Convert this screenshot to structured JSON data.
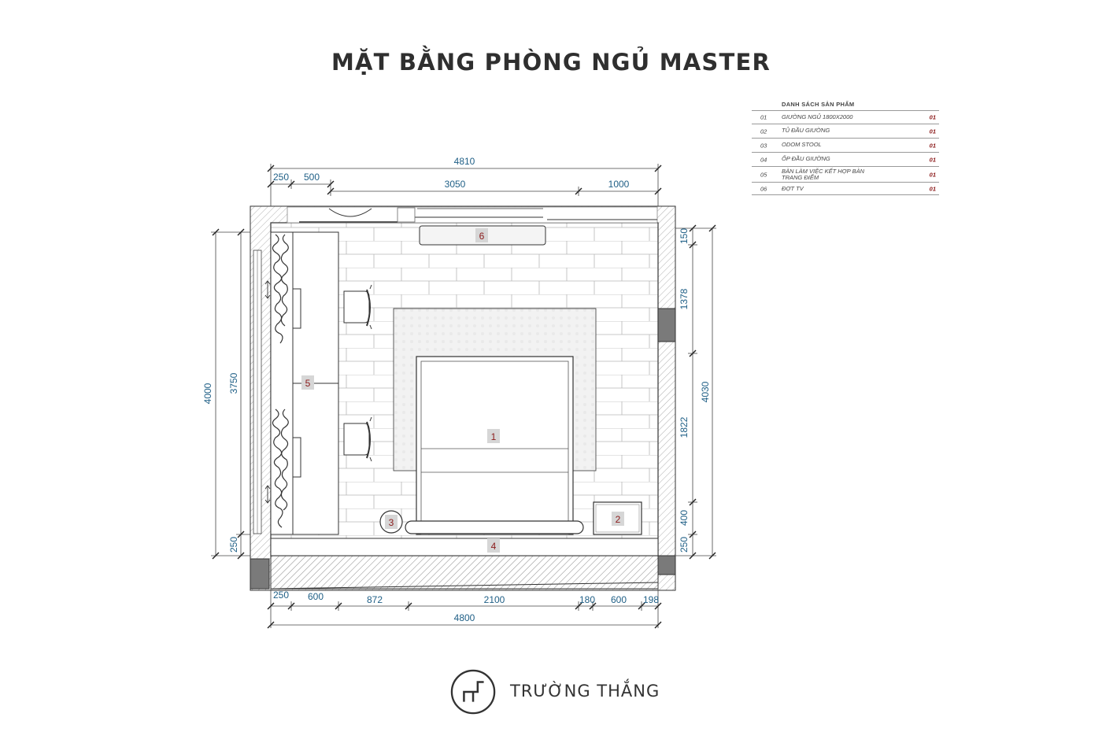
{
  "title": "MẶT BẰNG PHÒNG NGỦ MASTER",
  "legend": {
    "header": "DANH SÁCH SẢN PHẨM",
    "rows": [
      {
        "no": "01",
        "name": "GIƯỜNG NGỦ 1800x2000",
        "qty": "01"
      },
      {
        "no": "02",
        "name": "TỦ ĐẦU GIƯỜNG",
        "qty": "01"
      },
      {
        "no": "03",
        "name": "ODOM STOOL",
        "qty": "01"
      },
      {
        "no": "04",
        "name": "ỐP ĐẦU GIƯỜNG",
        "qty": "01"
      },
      {
        "no": "05",
        "name": "BÀN LÀM VIỆC KẾT HỢP BÀN TRANG ĐIỂM",
        "qty": "01"
      },
      {
        "no": "06",
        "name": "ĐỢT TV",
        "qty": "01"
      }
    ]
  },
  "dimensions": {
    "top_total": "4810",
    "top_a": "250",
    "top_b": "500",
    "top_c": "3050",
    "top_d": "1000",
    "bottom_a": "250",
    "bottom_b": "600",
    "bottom_c": "872",
    "bottom_d": "2100",
    "bottom_e": "180",
    "bottom_f": "600",
    "bottom_g": "198",
    "bottom_total": "4800",
    "left_outer": "4000",
    "left_inner": "3750",
    "left_bottom": "250",
    "right_a": "150",
    "right_b": "1378",
    "right_c": "1822",
    "right_d": "400",
    "right_e": "250",
    "right_total": "4030"
  },
  "tags": {
    "bed": "1",
    "nightstand": "2",
    "stool": "3",
    "headboard": "4",
    "desk": "5",
    "tv_shelf": "6"
  },
  "colors": {
    "dimension_text": "#1f5f86",
    "tag_text": "#8b1a1a",
    "tag_bg": "#d6d6d6",
    "line": "#333333"
  },
  "brand": {
    "name": "TRƯỜNG THẮNG"
  }
}
